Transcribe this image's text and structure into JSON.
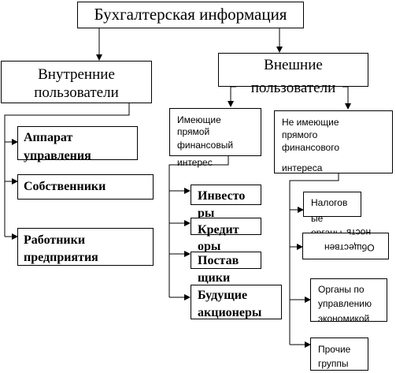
{
  "title": "Бухгалтерская  информация",
  "internal": {
    "label_line1": "Внутренние",
    "label_line2": "пользователи",
    "items": [
      {
        "line1": "Аппарат",
        "line2": "управления"
      },
      {
        "line1": "Собственники",
        "line2": ""
      },
      {
        "line1": "Работники",
        "line2": "предприятия"
      }
    ]
  },
  "external": {
    "label_line1": "Внешние",
    "label_line2": "пользователи",
    "direct": {
      "lines": [
        "Имеющие",
        "прямой",
        "финансовый",
        "интерес"
      ],
      "items": [
        {
          "line1": "Инвесто",
          "line2": "ры"
        },
        {
          "line1": "Кредит",
          "line2": "оры"
        },
        {
          "line1": "Постав",
          "line2": "щики"
        },
        {
          "line1": "Будущие",
          "line2": "акционеры"
        }
      ]
    },
    "indirect": {
      "lines": [
        "Не имеющие",
        "прямого",
        "финансового",
        "интереса"
      ],
      "items": [
        {
          "line1": "Налогов",
          "line2": "ые",
          "line3": "органы"
        },
        {
          "line1": "Обществен",
          "line2": "ность"
        },
        {
          "line1": "Органы по",
          "line2": "управлению",
          "line3": "экономикой"
        },
        {
          "line1": "Прочие",
          "line2": "группы"
        }
      ]
    }
  }
}
